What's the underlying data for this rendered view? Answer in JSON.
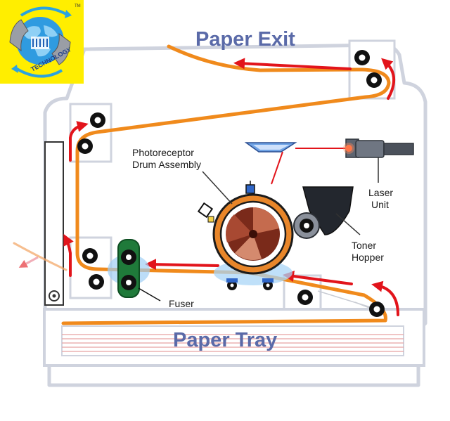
{
  "logo": {
    "text": "TECHNOLOGY",
    "tm": "TM",
    "colors": {
      "background": "#ffee00",
      "globe": "#2f9be0",
      "arrows": "#2aa3e0"
    }
  },
  "labels": {
    "paper_exit": "Paper Exit",
    "paper_tray": "Paper Tray",
    "drum_line1": "Photoreceptor",
    "drum_line2": "Drum Assembly",
    "laser_line1": "Laser",
    "laser_line2": "Unit",
    "toner_line1": "Toner",
    "toner_line2": "Hopper",
    "fuser": "Fuser"
  },
  "colors": {
    "paper_path": "#f08a1c",
    "arrow": "#e2141b",
    "title_text": "#5a6aa8",
    "body_outline": "#cfd3de",
    "roller": "#111111",
    "fuser_body": "#1f7a3a",
    "laser_beam": "#e2141b",
    "drum_ring": "#e8862a",
    "drum_core": "#7a2a1a"
  },
  "icons": [
    "logo-globe-icon",
    "roller-icon",
    "laser-unit-icon",
    "toner-hopper-icon",
    "mirror-icon",
    "fuser-icon",
    "photoreceptor-drum-icon"
  ]
}
